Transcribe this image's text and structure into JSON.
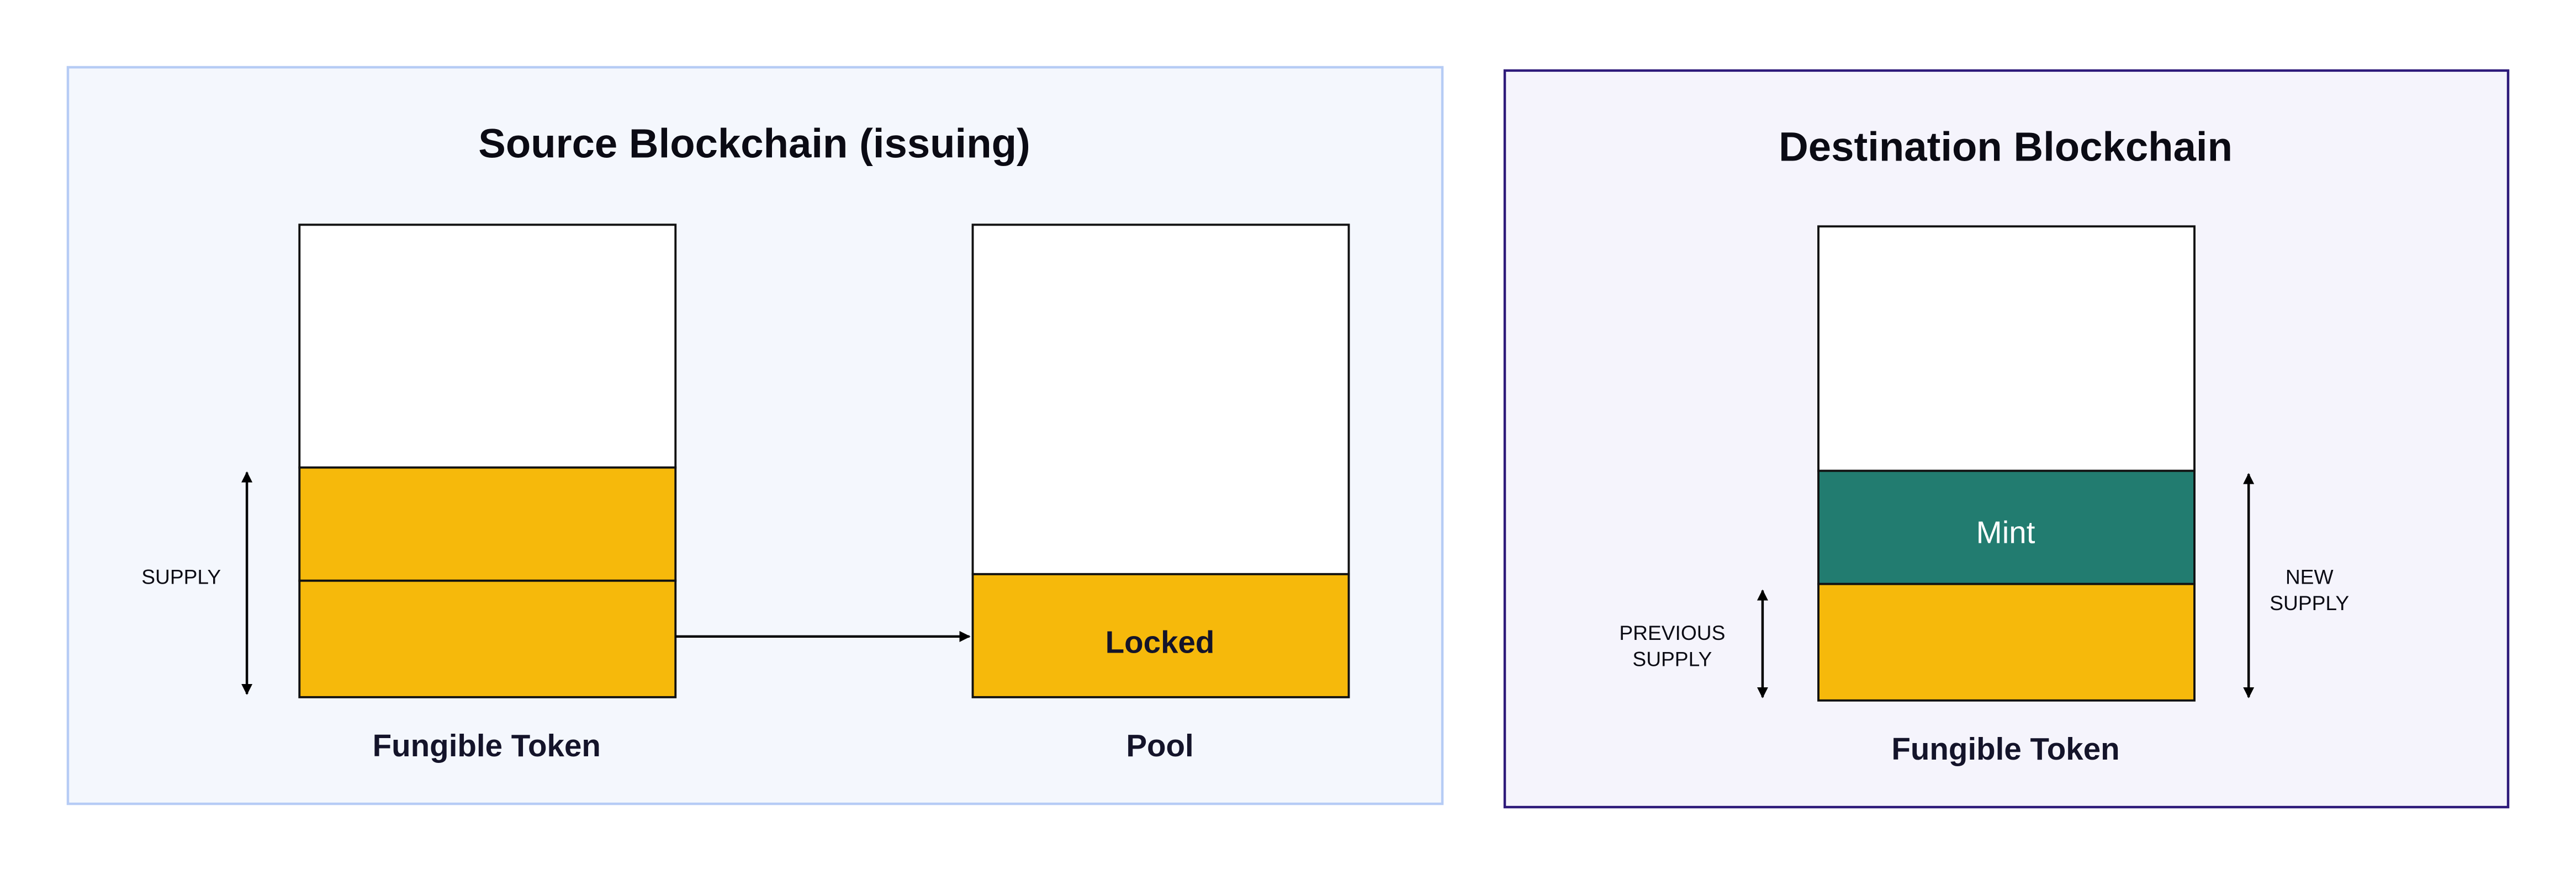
{
  "colors": {
    "source_panel_bg": "#F4F7FD",
    "source_panel_border": "#B6CCF5",
    "destination_panel_bg": "#F5F4FC",
    "destination_panel_border": "#2E1A7A",
    "token_supply": "#F6B90B",
    "mint": "#227C70",
    "empty": "#FFFFFF"
  },
  "source": {
    "title": "Source Blockchain (issuing)",
    "token_label": "Fungible Token",
    "supply_label": "SUPPLY",
    "pool_label": "Pool",
    "locked_label": "Locked"
  },
  "destination": {
    "title": "Destination Blockchain",
    "token_label": "Fungible Token",
    "mint_label": "Mint",
    "previous_supply_line1": "PREVIOUS",
    "previous_supply_line2": "SUPPLY",
    "new_supply_line1": "NEW",
    "new_supply_line2": "SUPPLY"
  }
}
